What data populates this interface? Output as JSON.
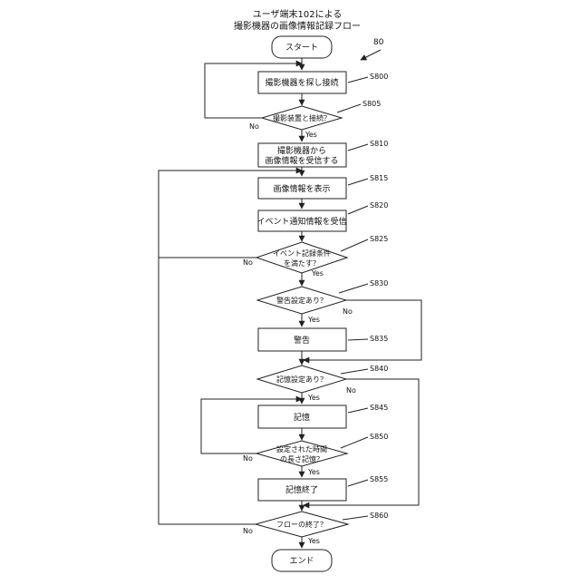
{
  "title": {
    "line1": "ユーザ端末102による",
    "line2": "撮影機器の画像情報記録フロー"
  },
  "figure_ref": "80",
  "nodes": {
    "start": "スタート",
    "s800": "撮影機器を探し接続",
    "s805": "撮影装置と接続？",
    "s810_l1": "撮影機器から",
    "s810_l2": "画像情報を受信する",
    "s815": "画像情報を表示",
    "s820": "イベント通知情報を受信",
    "s825_l1": "イベント記録条件",
    "s825_l2": "を満たす？",
    "s830": "警告設定あり？",
    "s835": "警告",
    "s840": "記憶設定あり？",
    "s845": "記憶",
    "s850_l1": "設定された時間",
    "s850_l2": "の長さ記憶？",
    "s855": "記憶終了",
    "s860": "フローの終了？",
    "end": "エンド"
  },
  "step_ids": {
    "s800": "S800",
    "s805": "S805",
    "s810": "S810",
    "s815": "S815",
    "s820": "S820",
    "s825": "S825",
    "s830": "S830",
    "s835": "S835",
    "s840": "S840",
    "s845": "S845",
    "s850": "S850",
    "s855": "S855",
    "s860": "S860"
  },
  "branch": {
    "yes": "Yes",
    "no": "No"
  }
}
